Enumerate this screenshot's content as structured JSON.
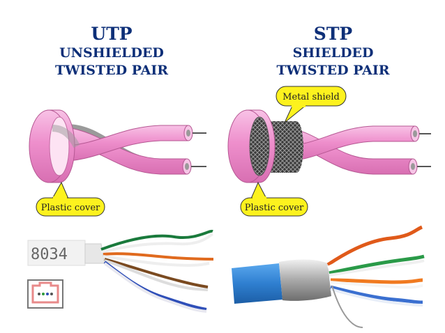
{
  "utp": {
    "abbr": "UTP",
    "line1": "UNSHIELDED",
    "line2": "TWISTED PAIR",
    "callout": "Plastic cover",
    "cable_print": "8034"
  },
  "stp": {
    "abbr": "STP",
    "line1": "SHIELDED",
    "line2": "TWISTED PAIR",
    "callout_shield": "Metal shield",
    "callout_cover": "Plastic cover"
  },
  "colors": {
    "title": "#0d2f78",
    "jacket_pink": "#ee8fcc",
    "conductor_grey": "#a9a9a9",
    "callout_fill": "#fdf21e",
    "stp_jacket_blue": "#2f7fd0"
  }
}
